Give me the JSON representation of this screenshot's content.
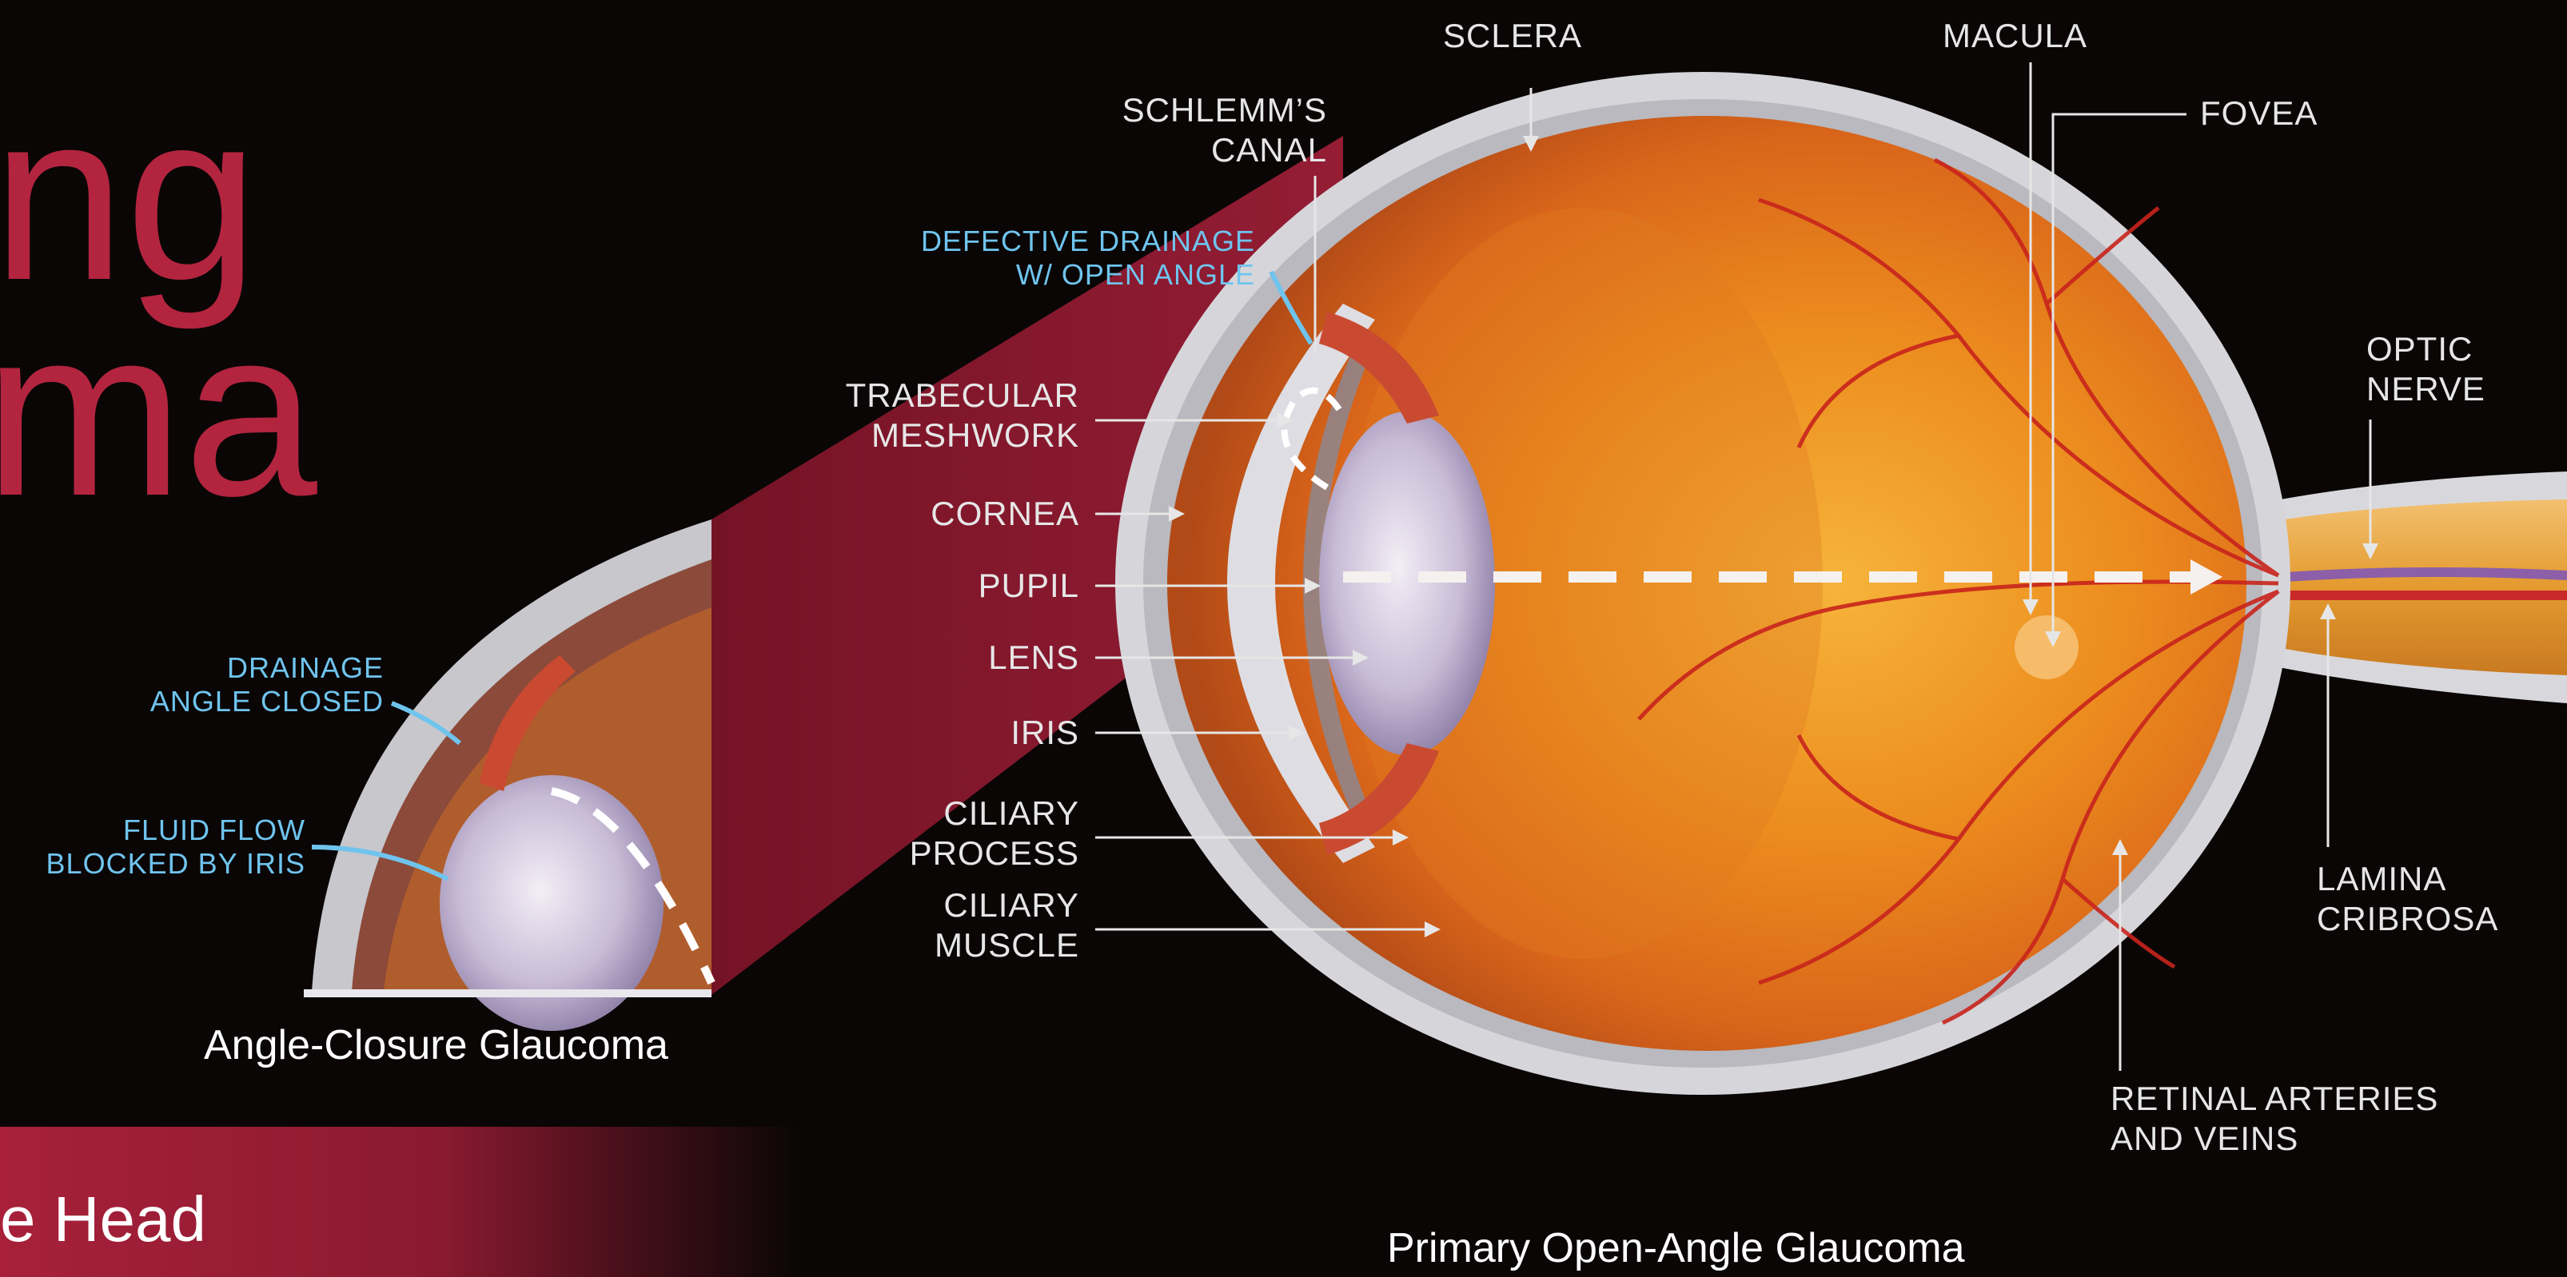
{
  "title_lines": [
    "ng",
    "ma"
  ],
  "band_text": "e Head",
  "captions": {
    "closure": "Angle-Closure Glaucoma",
    "open": "Primary Open-Angle Glaucoma"
  },
  "labels": {
    "sclera": "SCLERA",
    "macula": "MACULA",
    "fovea": "FOVEA",
    "schlemm": "SCHLEMM’S\nCANAL",
    "defective": "DEFECTIVE DRAINAGE\nW/ OPEN ANGLE",
    "trabecular": "TRABECULAR\nMESHWORK",
    "cornea": "CORNEA",
    "pupil": "PUPIL",
    "lens": "LENS",
    "iris": "IRIS",
    "ciliary_process": "CILIARY\nPROCESS",
    "ciliary_muscle": "CILIARY\nMUSCLE",
    "optic_nerve": "OPTIC\nNERVE",
    "lamina": "LAMINA\nCRIBROSA",
    "retinal": "RETINAL ARTERIES\nAND VEINS",
    "drainage_closed": "DRAINAGE\nANGLE CLOSED",
    "fluid_blocked": "FLUID FLOW\nBLOCKED BY IRIS"
  },
  "colors": {
    "accent": "#b3243f",
    "label": "#e6e6e6",
    "callout": "#6fc4ee",
    "background": "#0a0606"
  }
}
